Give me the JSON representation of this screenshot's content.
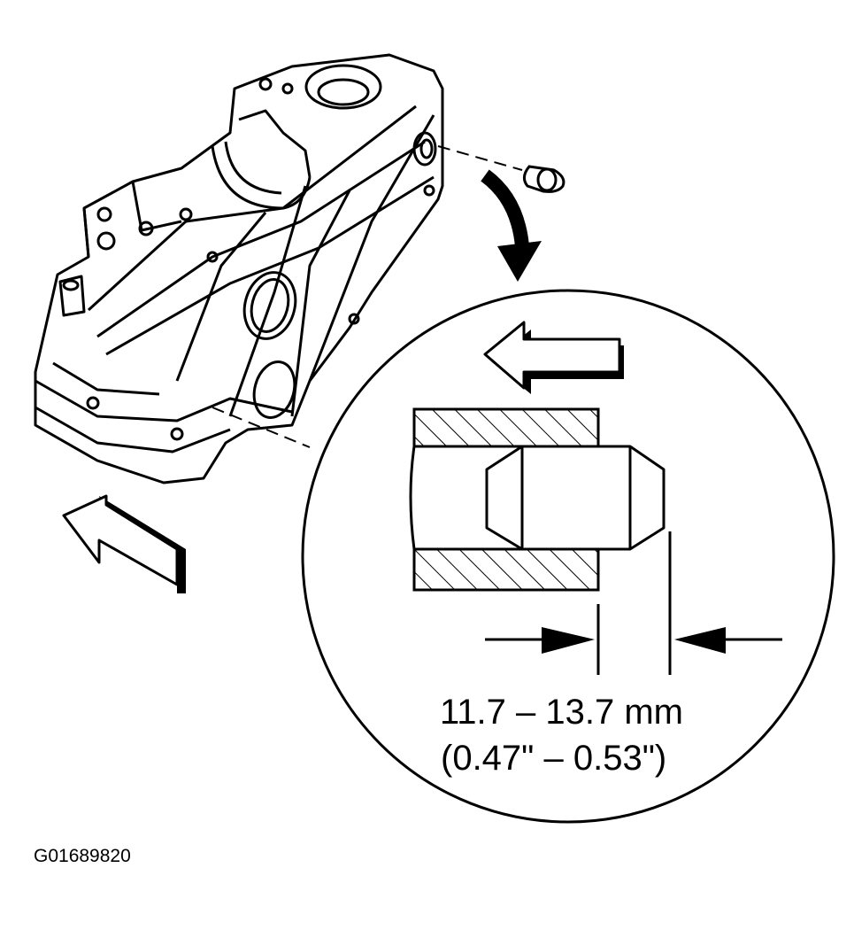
{
  "diagram": {
    "dimension_metric": "11.7 – 13.7 mm",
    "dimension_imperial": "(0.47\" – 0.53\")",
    "figure_id": "G01689820"
  }
}
